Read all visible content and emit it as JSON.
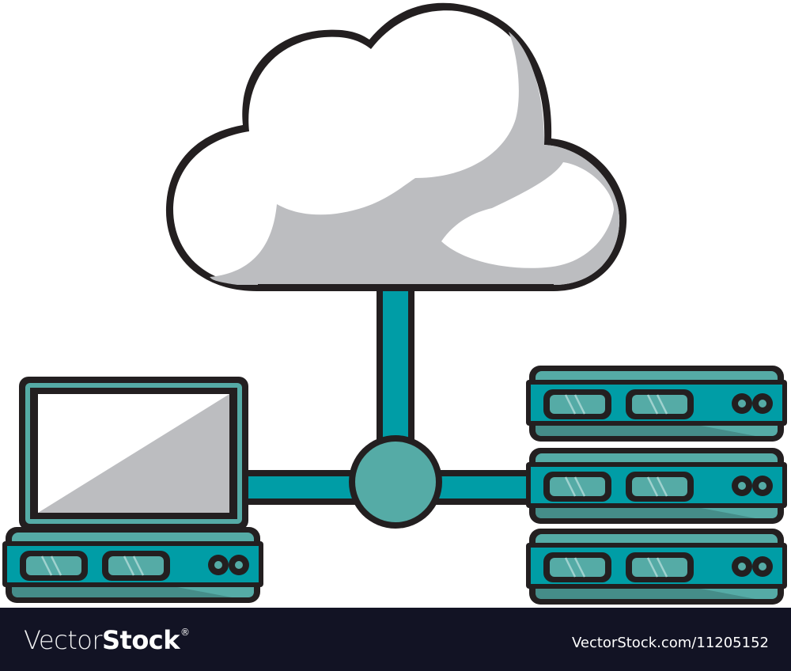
{
  "illustration": {
    "subject": "cloud computing network: cloud connected via hub to laptop and server rack",
    "icons": [
      "cloud-icon",
      "network-hub-icon",
      "laptop-icon",
      "server-rack-icon"
    ],
    "colors": {
      "outline": "#231f20",
      "teal_dark": "#009da6",
      "teal_light": "#55aba6",
      "teal_shadow": "#458d89",
      "cloud_fill": "#ffffff",
      "cloud_shadow": "#bcbdc0",
      "screen_fill": "#ffffff",
      "screen_shadow": "#bcbdc0"
    },
    "server_units": 3
  },
  "footer": {
    "brand_light": "Vector",
    "brand_bold": "Stock",
    "brand_mark": "®",
    "url": "VectorStock.com/11205152",
    "background": "#121324"
  }
}
